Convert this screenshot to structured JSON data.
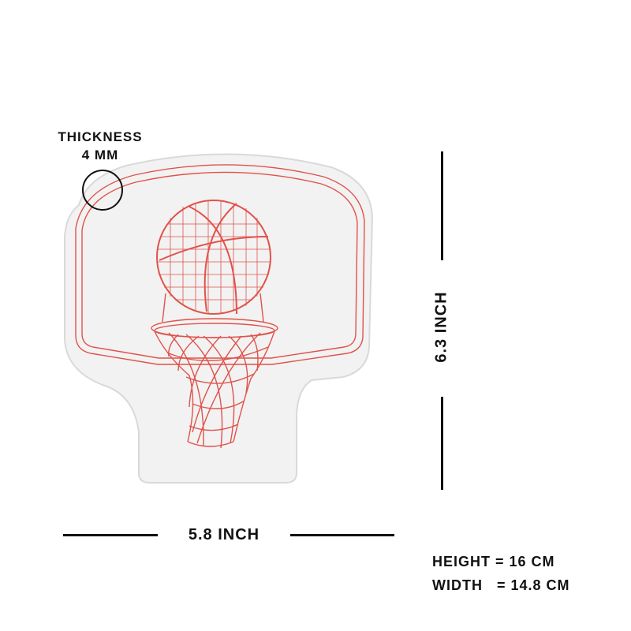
{
  "thickness": {
    "title": "THICKNESS",
    "value": "4 MM"
  },
  "dimensions": {
    "width_label": "5.8 INCH",
    "height_label": "6.3 INCH"
  },
  "specs": {
    "height": "HEIGHT = 16 CM",
    "width": "WIDTH   = 14.8 CM"
  },
  "colors": {
    "line_art": "#e0524a",
    "acrylic_fill": "#f2f2f2",
    "acrylic_edge": "#d9d9d9",
    "text": "#111111"
  },
  "icons": [
    "basketball-icon",
    "hoop-net-icon"
  ]
}
